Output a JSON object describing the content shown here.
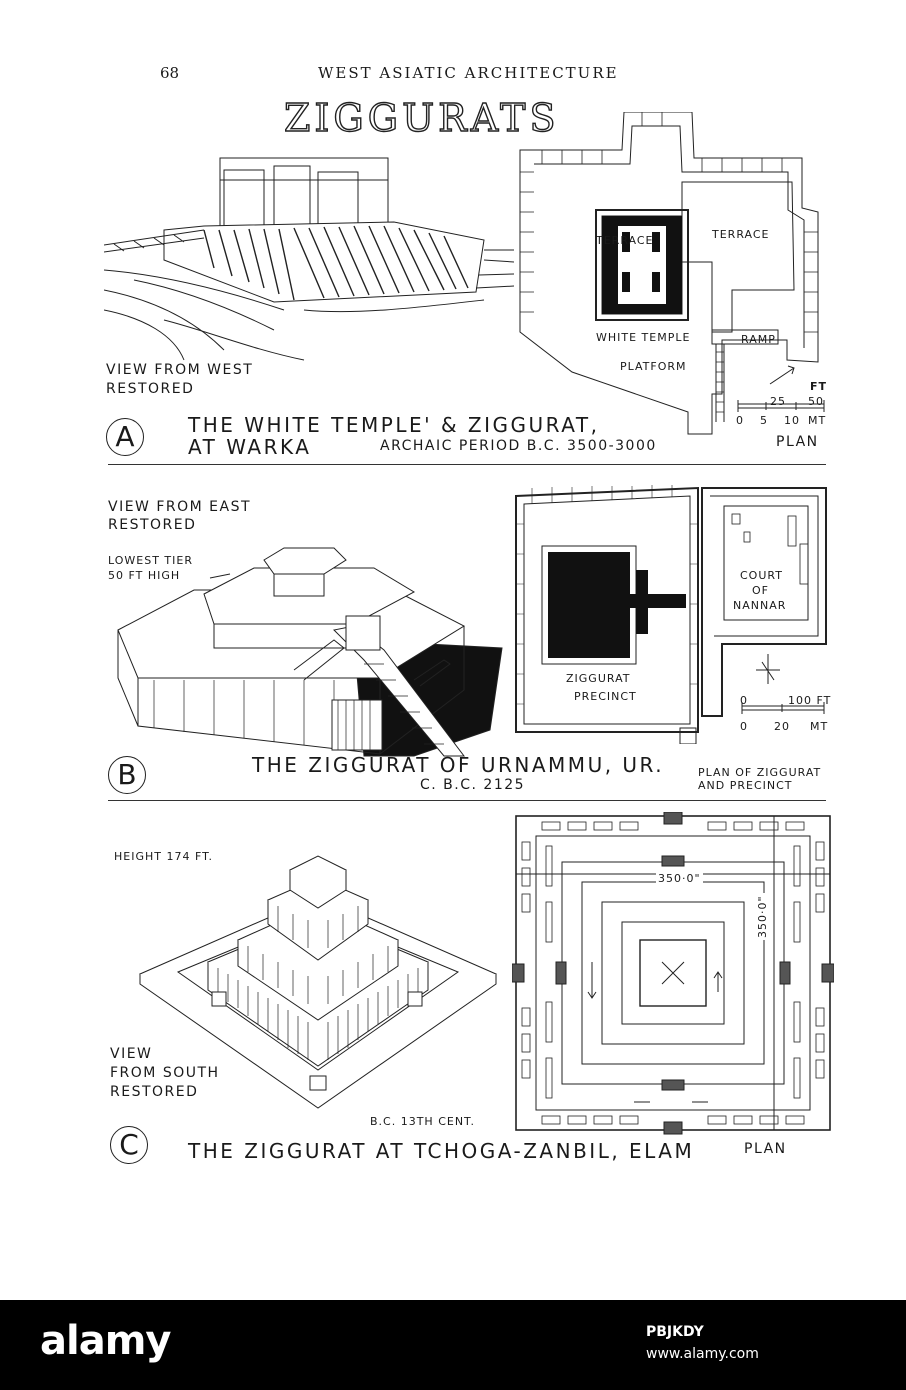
{
  "header": {
    "page_number": "68",
    "running_title": "WEST ASIATIC ARCHITECTURE"
  },
  "title": "ZIGGURATS",
  "panel_a": {
    "letter": "A",
    "view_label_1": "VIEW FROM WEST",
    "view_label_2": "RESTORED",
    "plan_terrace": "TERRACE",
    "plan_temple": "WHITE TEMPLE",
    "plan_ramp": "RAMP",
    "plan_platform": "PLATFORM",
    "scale_ft_unit": "FT",
    "scale_ft_25": "25",
    "scale_ft_50": "50",
    "scale_mt_0": "0",
    "scale_mt_5": "5",
    "scale_mt_10": "10",
    "scale_mt_unit": "MT",
    "caption_1": "THE WHITE TEMPLE' & ZIGGURAT,",
    "caption_2": "AT WARKA",
    "period": "ARCHAIC PERIOD B.C. 3500-3000",
    "plan_label": "PLAN"
  },
  "panel_b": {
    "letter": "B",
    "view_label_1": "VIEW FROM EAST",
    "view_label_2": "RESTORED",
    "tier_note_1": "LOWEST TIER",
    "tier_note_2": "50 FT HIGH",
    "court_1": "COURT",
    "court_2": "OF",
    "court_3": "NANNAR",
    "ziggurat": "ZIGGURAT",
    "precinct": "PRECINCT",
    "scale_0": "0",
    "scale_100": "100 FT",
    "scale_0b": "0",
    "scale_20": "20",
    "scale_mt": "MT",
    "caption": "THE ZIGGURAT OF URNAMMU, UR.",
    "date": "C. B.C. 2125",
    "plan_label_1": "PLAN OF ZIGGURAT",
    "plan_label_2": "AND PRECINCT"
  },
  "panel_c": {
    "letter": "C",
    "height_note": "HEIGHT 174 FT.",
    "view_label_1": "VIEW",
    "view_label_2": "FROM SOUTH",
    "view_label_3": "RESTORED",
    "dim_h": "350·0\"",
    "dim_v": "350·0\"",
    "date": "B.C. 13TH CENT.",
    "caption": "THE ZIGGURAT AT TCHOGA-ZANBIL, ELAM",
    "plan_label": "PLAN"
  },
  "footer": {
    "logo": "alamy",
    "code": "PBJKDY",
    "url": "www.alamy.com"
  }
}
